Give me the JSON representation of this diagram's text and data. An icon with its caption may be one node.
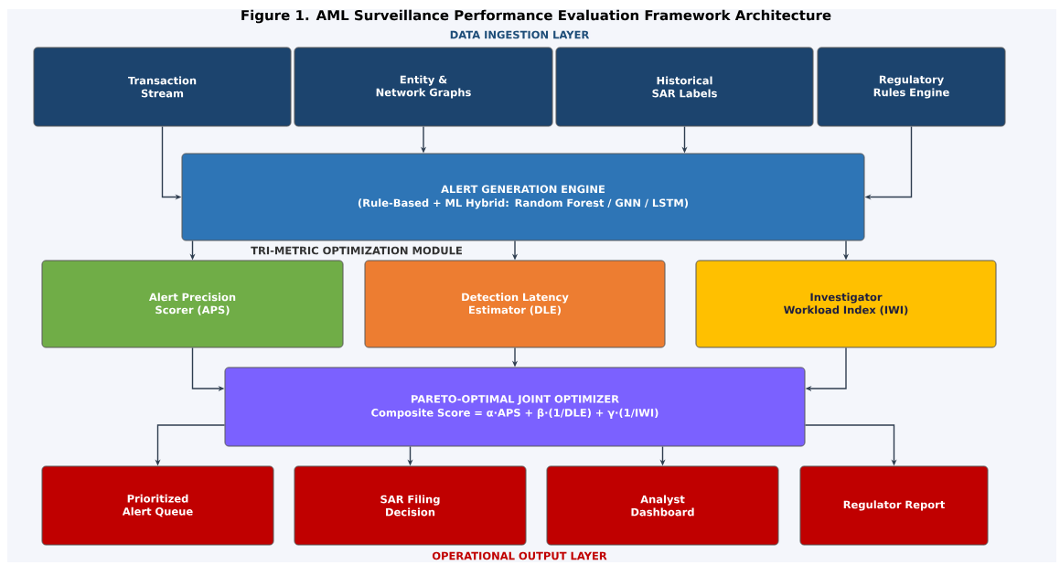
{
  "diagram": {
    "title": "Figure 1. AML Surveillance Performance Evaluation Framework Architecture",
    "nodes": [
      {
        "text": [
          "Transaction Stream"
        ]
      },
      {
        "text": [
          "Entity & Network Graphs"
        ]
      },
      {
        "text": [
          "Historical SAR Labels"
        ]
      },
      {
        "text": [
          "Regulatory Rules Engine"
        ]
      },
      {
        "text": [
          "ALERT GENERATION ENGINE",
          "(Rule-Based + ML Hybrid: Random Forest / GNN / LSTM)"
        ]
      },
      {
        "text": [
          "Alert Precision Scorer (APS)"
        ]
      },
      {
        "text": [
          "Detection Latency Estimator (DLE)"
        ]
      },
      {
        "text": [
          "Investigator Workload Index (IWI)"
        ]
      },
      {
        "text": [
          "PARETO-OPTIMAL JOINT OPTIMIZER",
          "Composite Score = α·APS + β·(1/DLE) + γ·(1/IWI)"
        ]
      },
      {
        "text": [
          "Prioritized Alert Queue"
        ]
      },
      {
        "text": [
          "SAR Filing Decision"
        ]
      },
      {
        "text": [
          "Analyst Dashboard"
        ]
      },
      {
        "text": [
          "Regulator Report"
        ]
      }
    ],
    "edges": [
      {
        "from": 0,
        "to": 4,
        "arrow": "to"
      },
      {
        "from": 1,
        "to": 4,
        "arrow": "to"
      },
      {
        "from": 2,
        "to": 4,
        "arrow": "to"
      },
      {
        "from": 3,
        "to": 4,
        "arrow": "to"
      },
      {
        "from": 4,
        "to": 5,
        "arrow": "to"
      },
      {
        "from": 4,
        "to": 6,
        "arrow": "to"
      },
      {
        "from": 4,
        "to": 7,
        "arrow": "to"
      },
      {
        "from": 5,
        "to": 8,
        "arrow": "to"
      },
      {
        "from": 6,
        "to": 8,
        "arrow": "to"
      },
      {
        "from": 7,
        "to": 8,
        "arrow": "to"
      },
      {
        "from": 8,
        "to": 9,
        "arrow": "to"
      },
      {
        "from": 8,
        "to": 10,
        "arrow": "to"
      },
      {
        "from": 8,
        "to": 11,
        "arrow": "to"
      },
      {
        "from": 8,
        "to": 12,
        "arrow": "to"
      }
    ],
    "labels": [
      "DATA INGESTION LAYER",
      "TRI-METRIC OPTIMIZATION MODULE",
      "OPERATIONAL OUTPUT LAYER"
    ]
  }
}
